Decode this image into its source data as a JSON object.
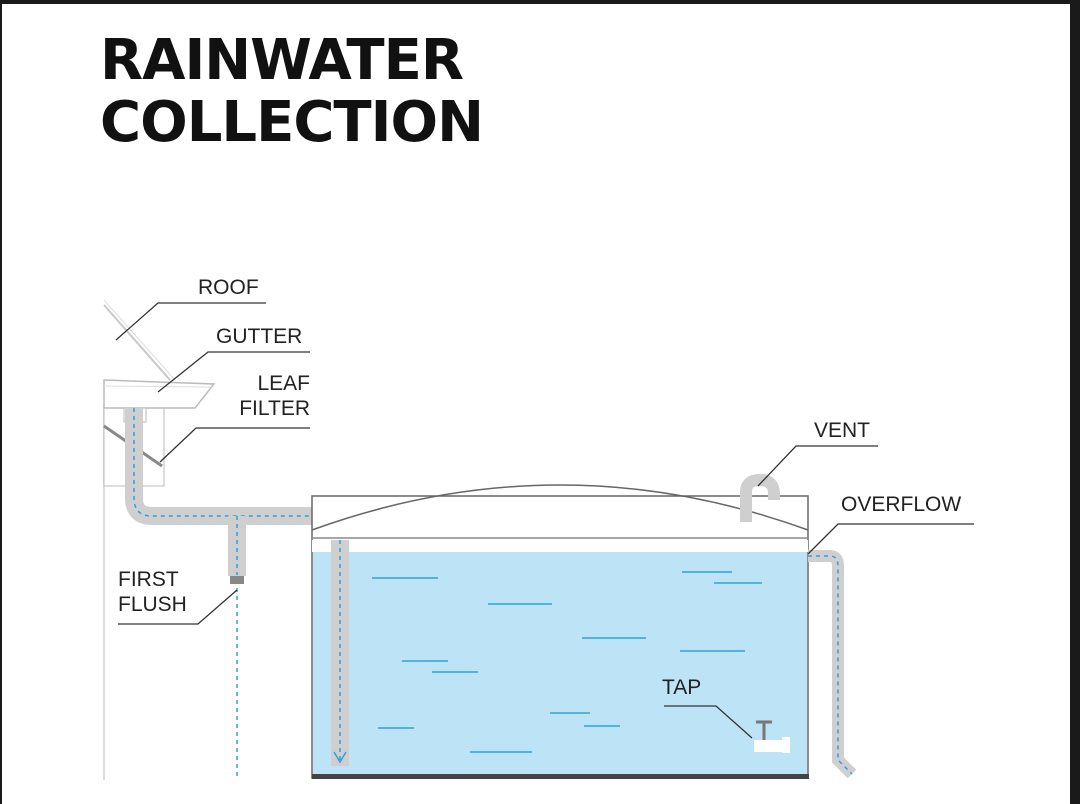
{
  "title": {
    "line1": "RAINWATER",
    "line2": "COLLECTION"
  },
  "labels": {
    "roof": "ROOF",
    "gutter": "GUTTER",
    "leaf_filter_line1": "LEAF",
    "leaf_filter_line2": "FILTER",
    "vent": "VENT",
    "overflow": "OVERFLOW",
    "first_flush_line1": "FIRST",
    "first_flush_line2": "FLUSH",
    "tap": "TAP"
  },
  "colors": {
    "water": "#bde3f7",
    "water_line": "#2fa3dc",
    "pipe": "#cfcfcf",
    "outline": "#555555",
    "leader": "#333333"
  }
}
